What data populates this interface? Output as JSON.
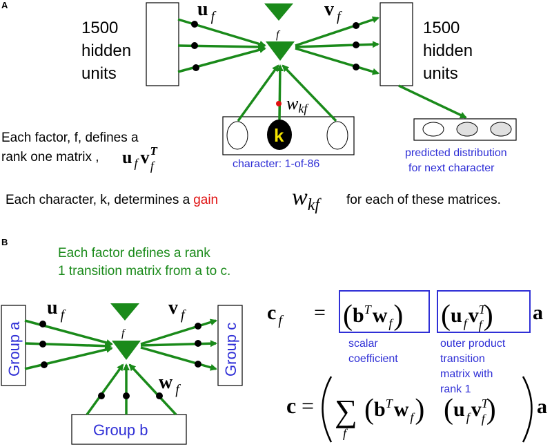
{
  "panel_a": {
    "label": "A",
    "hidden_left": [
      "1500",
      "hidden",
      "units"
    ],
    "hidden_right": [
      "1500",
      "hidden",
      "units"
    ],
    "u_label": "u",
    "u_sub": "f",
    "v_label": "v",
    "v_sub": "f",
    "factor_label": "f",
    "w_label": "w",
    "w_sub": "kf",
    "k_label": "k",
    "input_caption": "character: 1-of-86",
    "pred_line1": "predicted distribution",
    "pred_line2": "for next character",
    "factor_text_line1": "Each factor, f, defines a",
    "factor_text_line2_pre": "rank one matrix ,",
    "uv_u": "u",
    "uv_f1": "f",
    "uv_v": "v",
    "uv_T": "T",
    "uv_f2": "f",
    "gain_pre": "Each character, k, determines a",
    "gain_word": "gain",
    "gain_w": "w",
    "gain_sub": "kf",
    "gain_post": "for each of these matrices."
  },
  "panel_b": {
    "label": "B",
    "top_text_line1": "Each factor defines a rank",
    "top_text_line2": "1 transition matrix from a to c.",
    "group_a": "Group a",
    "group_b": "Group b",
    "group_c": "Group c",
    "u_label": "u",
    "u_sub": "f",
    "v_label": "v",
    "v_sub": "f",
    "factor_label": "f",
    "w_label": "w",
    "w_sub": "f",
    "eq1_c": "c",
    "eq1_csub": "f",
    "eq1_eq": "=",
    "eq1_b": "b",
    "eq1_T": "T",
    "eq1_w": "w",
    "eq1_wsub": "f",
    "eq1_u": "u",
    "eq1_usub": "f",
    "eq1_v": "v",
    "eq1_vT": "T",
    "eq1_vsub": "f",
    "eq1_a": "a",
    "scalar_line1": "scalar",
    "scalar_line2": "coefficient",
    "outer_line1": "outer product",
    "outer_line2": "transition",
    "outer_line3": "matrix with",
    "outer_line4": "rank 1",
    "eq2_c": "c",
    "eq2_eq": "=",
    "eq2_sigma": "∑",
    "eq2_sigma_sub": "f",
    "eq2_b": "b",
    "eq2_T": "T",
    "eq2_w": "w",
    "eq2_wsub": "f",
    "eq2_u": "u",
    "eq2_usub": "f",
    "eq2_v": "v",
    "eq2_vT": "T",
    "eq2_vsub": "f",
    "eq2_a": "a"
  },
  "colors": {
    "green": "#1a8a1a",
    "blue": "#2f2fd6",
    "red": "#e01010",
    "black": "#000000",
    "k_fill": "#000000",
    "k_text": "#f2e200"
  }
}
